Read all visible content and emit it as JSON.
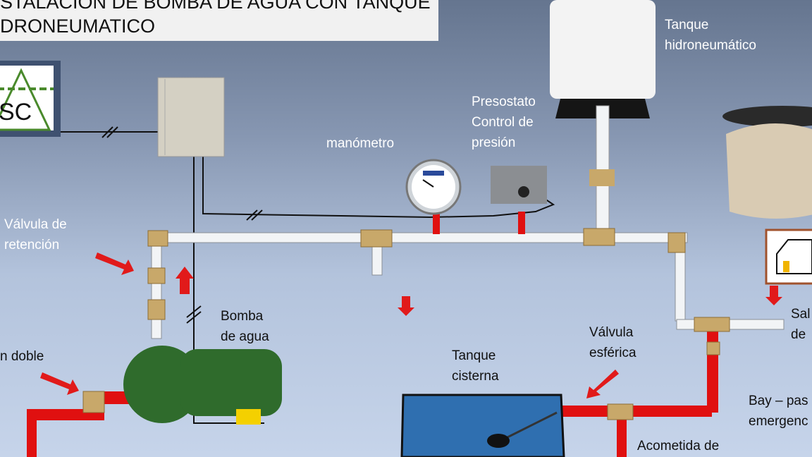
{
  "title": {
    "line1": "STALACION DE BOMBA DE AGUA CON TANQUE",
    "line2": "DRONEUMATICO"
  },
  "logo": {
    "text": "SC"
  },
  "labels": {
    "tanque_hidro": [
      "Tanque",
      "hidroneumático"
    ],
    "presostato": [
      "Presostato",
      "Control de",
      "presión"
    ],
    "manometro": "manómetro",
    "valvula_retencion": [
      "Válvula de",
      "retención"
    ],
    "bomba": [
      "Bomba",
      "de agua"
    ],
    "valvula_doble": "n doble",
    "tanque_cisterna": [
      "Tanque",
      "cisterna"
    ],
    "valvula_esferica": [
      "Válvula",
      "esférica"
    ],
    "salida": [
      "Sal",
      "de"
    ],
    "bypass": [
      "Bay – pas",
      "emergenc"
    ],
    "acometida": "Acometida de"
  },
  "colors": {
    "pipe_red": "#e01010",
    "pipe_white": "#f2f4f6",
    "brass": "#c8a86a",
    "arrow": "#e11a1a",
    "cistern": "#2f6fb0"
  }
}
